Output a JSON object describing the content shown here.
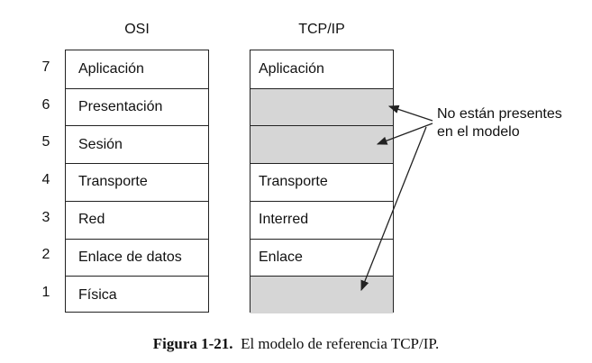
{
  "osi_title": "OSI",
  "tcp_title": "TCP/IP",
  "layers": [
    {
      "num": "7",
      "osi": "Aplicación",
      "tcp": "Aplicación"
    },
    {
      "num": "6",
      "osi": "Presentación",
      "tcp": ""
    },
    {
      "num": "5",
      "osi": "Sesión",
      "tcp": ""
    },
    {
      "num": "4",
      "osi": "Transporte",
      "tcp": "Transporte"
    },
    {
      "num": "3",
      "osi": "Red",
      "tcp": "Interred"
    },
    {
      "num": "2",
      "osi": "Enlace de datos",
      "tcp": "Enlace"
    },
    {
      "num": "1",
      "osi": "Física",
      "tcp": ""
    }
  ],
  "note": {
    "line1": "No están presentes",
    "line2": "en el modelo"
  },
  "caption": {
    "label": "Figura 1-21.",
    "text": "El modelo de referencia TCP/IP."
  },
  "colors": {
    "empty_cell": "#d6d6d6",
    "line": "#222222"
  }
}
